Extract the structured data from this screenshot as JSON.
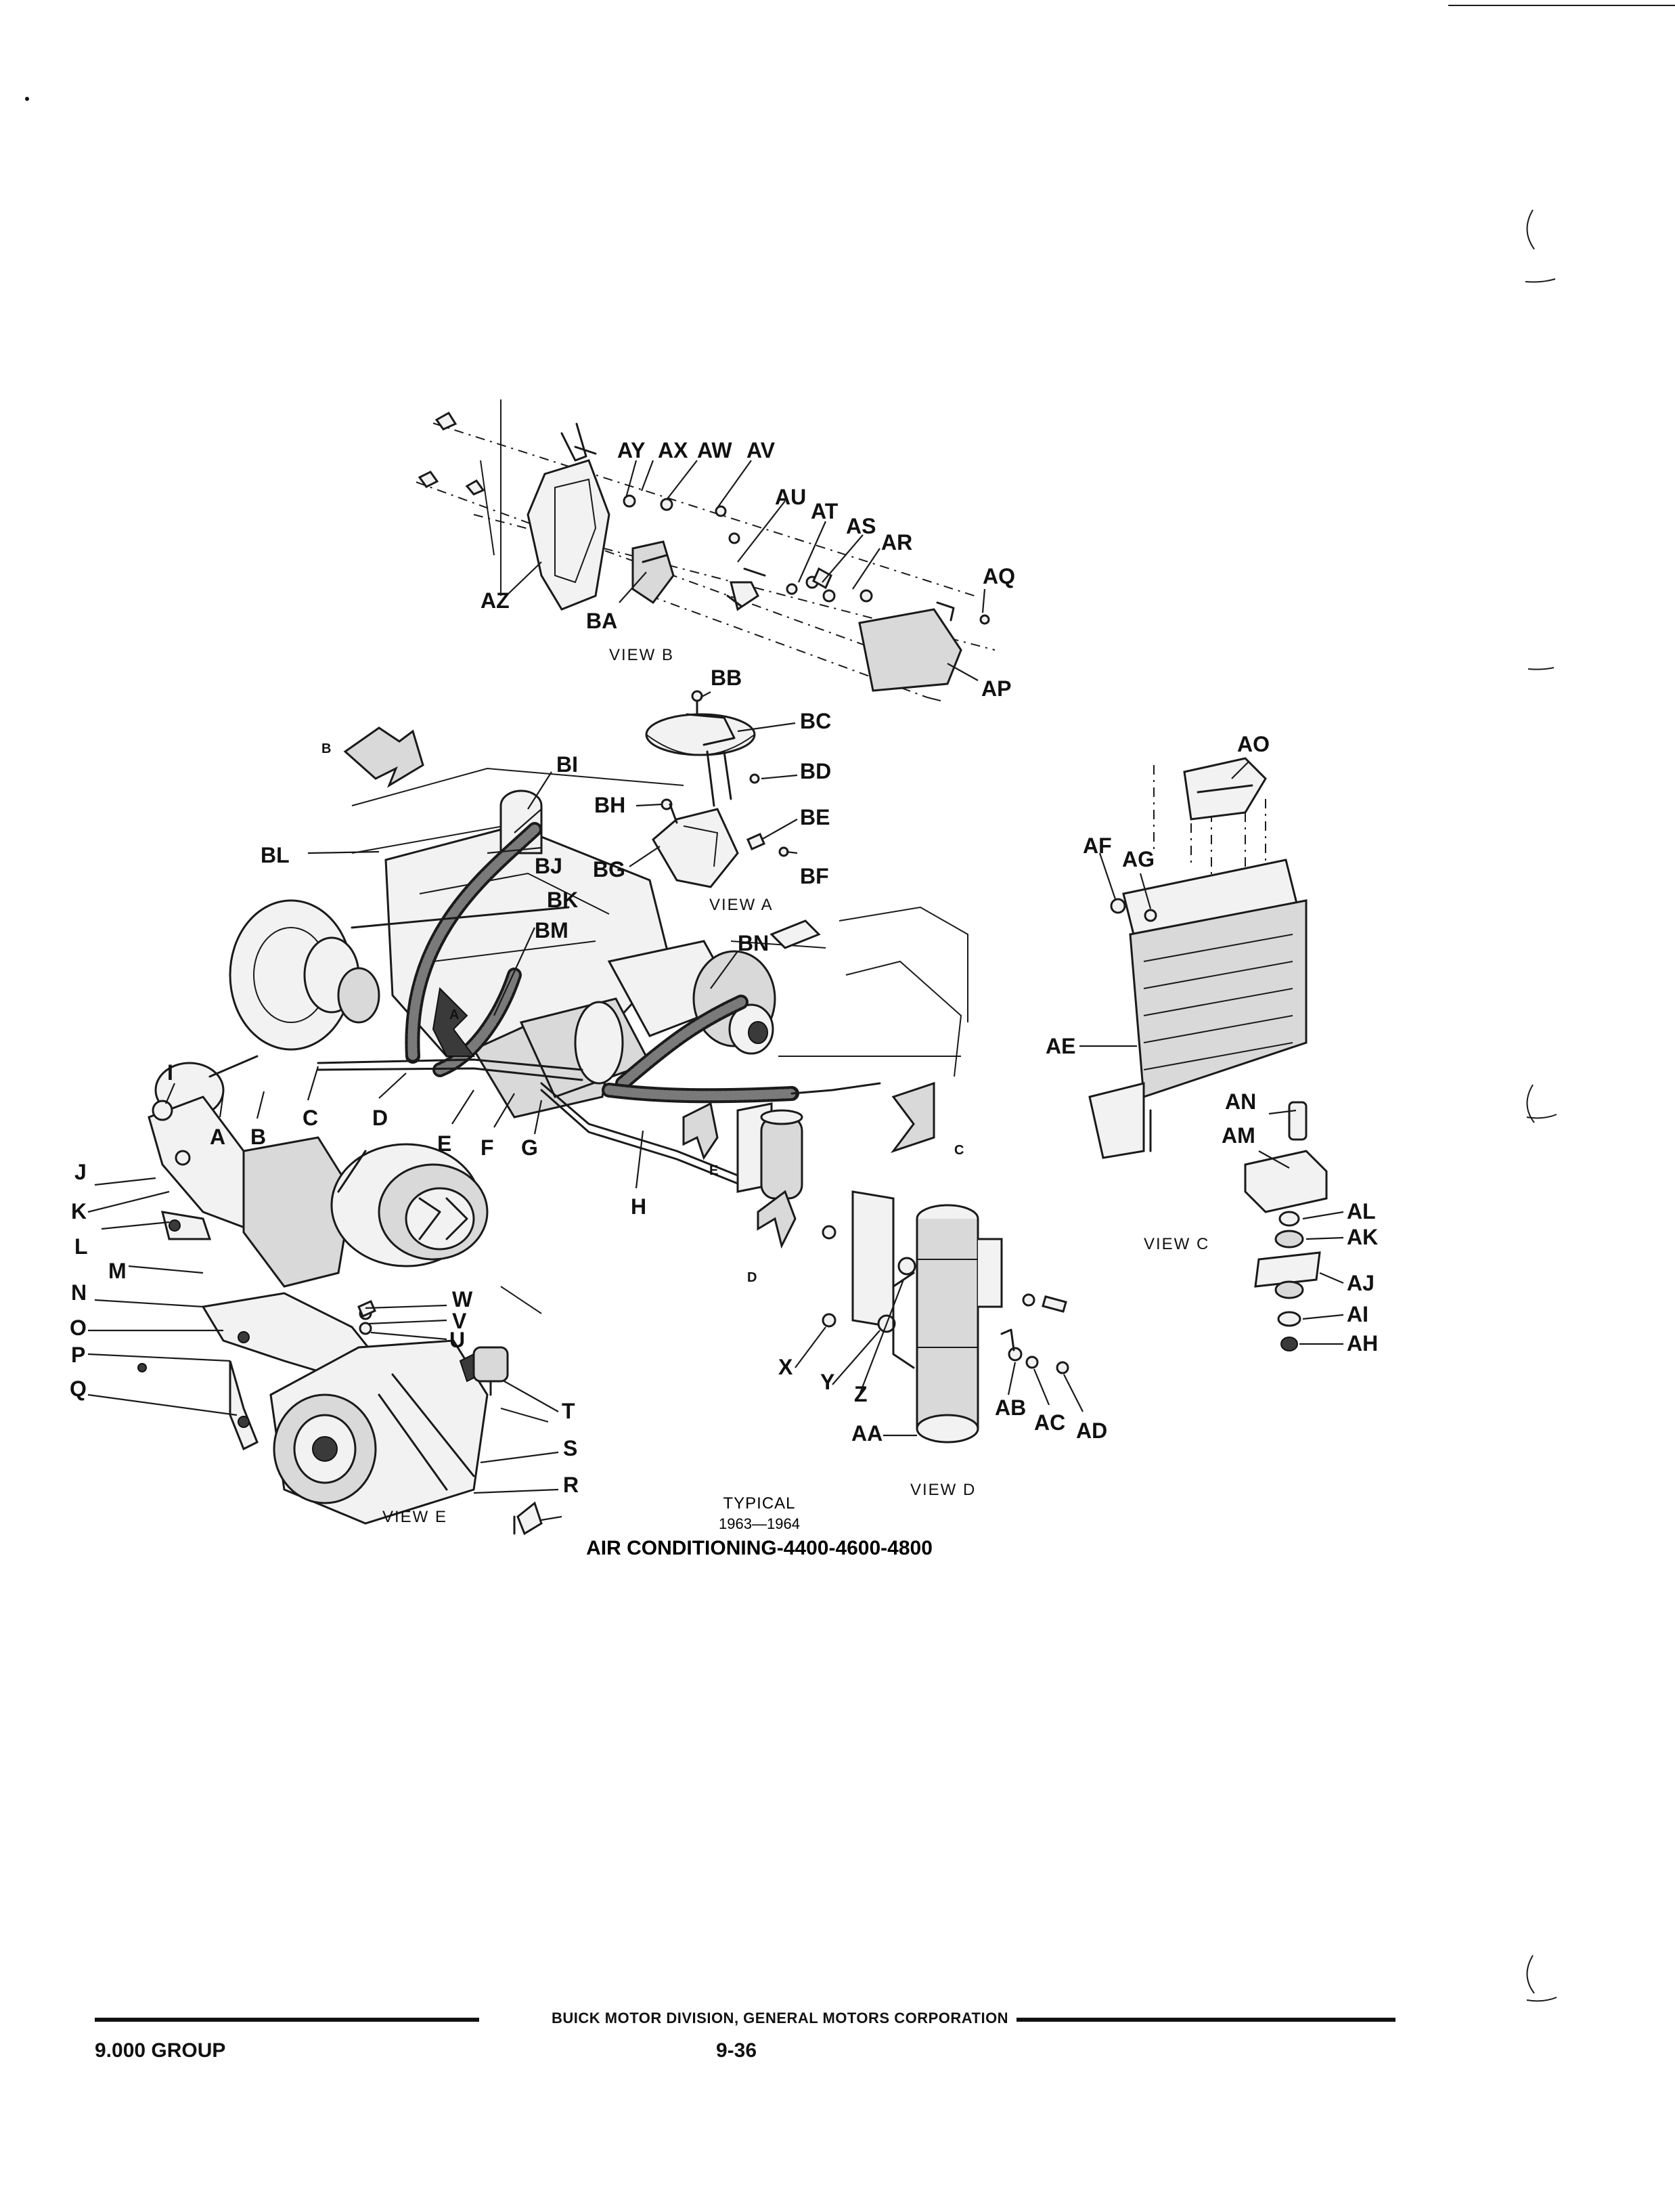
{
  "diagram": {
    "title": "AIR CONDITIONING-4400-4600-4800",
    "typical": "TYPICAL",
    "years": "1963—1964",
    "views": {
      "a": "VIEW A",
      "b": "VIEW B",
      "c": "VIEW C",
      "d": "VIEW D",
      "e": "VIEW E"
    },
    "arrow_letters": {
      "a": "A",
      "b": "B",
      "c": "C",
      "d": "D",
      "e": "E"
    },
    "labels": {
      "A": "A",
      "B": "B",
      "C": "C",
      "D": "D",
      "E": "E",
      "F": "F",
      "G": "G",
      "H": "H",
      "I": "I",
      "J": "J",
      "K": "K",
      "L": "L",
      "M": "M",
      "N": "N",
      "O": "O",
      "P": "P",
      "Q": "Q",
      "R": "R",
      "S": "S",
      "T": "T",
      "U": "U",
      "V": "V",
      "W": "W",
      "X": "X",
      "Y": "Y",
      "Z": "Z",
      "AA": "AA",
      "AB": "AB",
      "AC": "AC",
      "AD": "AD",
      "AE": "AE",
      "AF": "AF",
      "AG": "AG",
      "AH": "AH",
      "AI": "AI",
      "AJ": "AJ",
      "AK": "AK",
      "AL": "AL",
      "AM": "AM",
      "AN": "AN",
      "AO": "AO",
      "AP": "AP",
      "AQ": "AQ",
      "AR": "AR",
      "AS": "AS",
      "AT": "AT",
      "AU": "AU",
      "AV": "AV",
      "AW": "AW",
      "AX": "AX",
      "AY": "AY",
      "AZ": "AZ",
      "BA": "BA",
      "BB": "BB",
      "BC": "BC",
      "BD": "BD",
      "BE": "BE",
      "BF": "BF",
      "BG": "BG",
      "BH": "BH",
      "BI": "BI",
      "BJ": "BJ",
      "BK": "BK",
      "BL": "BL",
      "BM": "BM",
      "BN": "BN"
    }
  },
  "footer": {
    "publisher": "BUICK MOTOR DIVISION, GENERAL MOTORS CORPORATION",
    "group": "9.000 GROUP",
    "page": "9-36"
  }
}
